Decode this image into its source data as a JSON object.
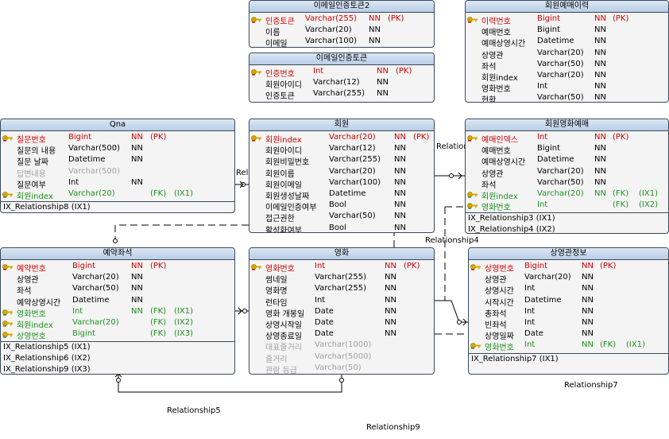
{
  "entities": [
    {
      "title": "이메일인증토큰2",
      "columns": [
        {
          "name": "인증토큰",
          "type": "Varchar(255)",
          "null": "NN",
          "key": "(PK)",
          "ix": "",
          "kind": "pk"
        },
        {
          "name": "이름",
          "type": "Varchar(20)",
          "null": "NN",
          "key": "",
          "ix": "",
          "kind": "normal"
        },
        {
          "name": "이메일",
          "type": "Varchar(100)",
          "null": "NN",
          "key": "",
          "ix": "",
          "kind": "normal"
        }
      ],
      "indexes": []
    },
    {
      "title": "이메일인증토큰",
      "columns": [
        {
          "name": "인증번호",
          "type": "Int",
          "null": "NN",
          "key": "(PK)",
          "ix": "",
          "kind": "pk"
        },
        {
          "name": "회원아이디",
          "type": "Varchar(12)",
          "null": "NN",
          "key": "",
          "ix": "",
          "kind": "normal"
        },
        {
          "name": "인증토큰",
          "type": "Varchar(255)",
          "null": "NN",
          "key": "",
          "ix": "",
          "kind": "normal"
        }
      ],
      "indexes": []
    },
    {
      "title": "회원예매이력",
      "columns": [
        {
          "name": "이력번호",
          "type": "Bigint",
          "null": "NN",
          "key": "(PK)",
          "ix": "",
          "kind": "pk"
        },
        {
          "name": "예매번호",
          "type": "Bigint",
          "null": "NN",
          "key": "",
          "ix": "",
          "kind": "normal"
        },
        {
          "name": "예매상영시간",
          "type": "Datetime",
          "null": "NN",
          "key": "",
          "ix": "",
          "kind": "normal"
        },
        {
          "name": "상영관",
          "type": "Varchar(20)",
          "null": "NN",
          "key": "",
          "ix": "",
          "kind": "normal"
        },
        {
          "name": "좌석",
          "type": "Varchar(50)",
          "null": "NN",
          "key": "",
          "ix": "",
          "kind": "normal"
        },
        {
          "name": "회원index",
          "type": "Varchar(20)",
          "null": "NN",
          "key": "",
          "ix": "",
          "kind": "normal"
        },
        {
          "name": "영화번호",
          "type": "Int",
          "null": "NN",
          "key": "",
          "ix": "",
          "kind": "normal"
        },
        {
          "name": "현황",
          "type": "Varchar(50)",
          "null": "NN",
          "key": "",
          "ix": "",
          "kind": "normal"
        }
      ],
      "indexes": []
    },
    {
      "title": "Qna",
      "columns": [
        {
          "name": "질문번호",
          "type": "Bigint",
          "null": "NN",
          "key": "(PK)",
          "ix": "",
          "kind": "pk"
        },
        {
          "name": "질문의 내용",
          "type": "Varchar(500)",
          "null": "NN",
          "key": "",
          "ix": "",
          "kind": "normal"
        },
        {
          "name": "질문 날짜",
          "type": "Datetime",
          "null": "NN",
          "key": "",
          "ix": "",
          "kind": "normal"
        },
        {
          "name": "답변내용",
          "type": "Varchar(500)",
          "null": "",
          "key": "",
          "ix": "",
          "kind": "dim"
        },
        {
          "name": "질문여부",
          "type": "Int",
          "null": "NN",
          "key": "",
          "ix": "",
          "kind": "normal"
        },
        {
          "name": "회원index",
          "type": "Varchar(20)",
          "null": "",
          "key": "(FK)",
          "ix": "(IX1)",
          "kind": "fk"
        }
      ],
      "indexes": [
        "IX_Relationship8 (IX1)"
      ]
    },
    {
      "title": "회원",
      "columns": [
        {
          "name": "회원index",
          "type": "Varchar(20)",
          "null": "NN",
          "key": "(PK)",
          "ix": "",
          "kind": "pk"
        },
        {
          "name": "회원아이디",
          "type": "Varchar(12)",
          "null": "NN",
          "key": "",
          "ix": "",
          "kind": "normal"
        },
        {
          "name": "회원비밀번호",
          "type": "Varchar(255)",
          "null": "NN",
          "key": "",
          "ix": "",
          "kind": "normal"
        },
        {
          "name": "회원이름",
          "type": "Varchar(20)",
          "null": "NN",
          "key": "",
          "ix": "",
          "kind": "normal"
        },
        {
          "name": "회원이메일",
          "type": "Varchar(100)",
          "null": "NN",
          "key": "",
          "ix": "",
          "kind": "normal"
        },
        {
          "name": "회원생성날짜",
          "type": "Datetime",
          "null": "NN",
          "key": "",
          "ix": "",
          "kind": "normal"
        },
        {
          "name": "이메일인증여부",
          "type": "Bool",
          "null": "NN",
          "key": "",
          "ix": "",
          "kind": "normal"
        },
        {
          "name": "접근권한",
          "type": "Varchar(50)",
          "null": "NN",
          "key": "",
          "ix": "",
          "kind": "normal"
        },
        {
          "name": "활성화여부",
          "type": "Bool",
          "null": "NN",
          "key": "",
          "ix": "",
          "kind": "normal"
        }
      ],
      "indexes": []
    },
    {
      "title": "회원영화예매",
      "columns": [
        {
          "name": "예매인덱스",
          "type": "Int",
          "null": "NN",
          "key": "(PK)",
          "ix": "",
          "kind": "pk"
        },
        {
          "name": "예매번호",
          "type": "Bigint",
          "null": "NN",
          "key": "",
          "ix": "",
          "kind": "normal"
        },
        {
          "name": "예매상영시간",
          "type": "Datetime",
          "null": "NN",
          "key": "",
          "ix": "",
          "kind": "normal"
        },
        {
          "name": "상영관",
          "type": "Varchar(20)",
          "null": "NN",
          "key": "",
          "ix": "",
          "kind": "normal"
        },
        {
          "name": "좌석",
          "type": "Varchar(50)",
          "null": "NN",
          "key": "",
          "ix": "",
          "kind": "normal"
        },
        {
          "name": "회원index",
          "type": "Varchar(20)",
          "null": "NN",
          "key": "(FK)",
          "ix": "(IX1)",
          "kind": "fk"
        },
        {
          "name": "영화번호",
          "type": "Int",
          "null": "",
          "key": "(FK)",
          "ix": "(IX2)",
          "kind": "fk"
        }
      ],
      "indexes": [
        "IX_Relationship3 (IX1)",
        "IX_Relationship4 (IX2)"
      ]
    },
    {
      "title": "예약좌석",
      "columns": [
        {
          "name": "예약번호",
          "type": "Bigint",
          "null": "NN",
          "key": "(PK)",
          "ix": "",
          "kind": "pk"
        },
        {
          "name": "상영관",
          "type": "Varchar(20)",
          "null": "NN",
          "key": "",
          "ix": "",
          "kind": "normal"
        },
        {
          "name": "좌석",
          "type": "Varchar(50)",
          "null": "NN",
          "key": "",
          "ix": "",
          "kind": "normal"
        },
        {
          "name": "예약상영시간",
          "type": "Datetime",
          "null": "NN",
          "key": "",
          "ix": "",
          "kind": "normal"
        },
        {
          "name": "영화번호",
          "type": "Int",
          "null": "NN",
          "key": "(FK)",
          "ix": "(IX1)",
          "kind": "fk"
        },
        {
          "name": "회원index",
          "type": "Varchar(20)",
          "null": "",
          "key": "(FK)",
          "ix": "(IX2)",
          "kind": "fk"
        },
        {
          "name": "상영번호",
          "type": "Bigint",
          "null": "",
          "key": "(FK)",
          "ix": "(IX3)",
          "kind": "fk"
        }
      ],
      "indexes": [
        "IX_Relationship5 (IX1)",
        "IX_Relationship6 (IX2)",
        "IX_Relationship9 (IX3)"
      ]
    },
    {
      "title": "영화",
      "columns": [
        {
          "name": "영화번호",
          "type": "Int",
          "null": "NN",
          "key": "(PK)",
          "ix": "",
          "kind": "pk"
        },
        {
          "name": "썸네일",
          "type": "Varchar(255)",
          "null": "NN",
          "key": "",
          "ix": "",
          "kind": "normal"
        },
        {
          "name": "영화명",
          "type": "Varchar(255)",
          "null": "NN",
          "key": "",
          "ix": "",
          "kind": "normal"
        },
        {
          "name": "런타임",
          "type": "Int",
          "null": "NN",
          "key": "",
          "ix": "",
          "kind": "normal"
        },
        {
          "name": "영화 개봉일",
          "type": "Date",
          "null": "NN",
          "key": "",
          "ix": "",
          "kind": "normal"
        },
        {
          "name": "상영시작일",
          "type": "Date",
          "null": "NN",
          "key": "",
          "ix": "",
          "kind": "normal"
        },
        {
          "name": "상영종료일",
          "type": "Date",
          "null": "NN",
          "key": "",
          "ix": "",
          "kind": "normal"
        },
        {
          "name": "대표줄거리",
          "type": "Varchar(1000)",
          "null": "",
          "key": "",
          "ix": "",
          "kind": "dim"
        },
        {
          "name": "줄거리",
          "type": "Varchar(5000)",
          "null": "",
          "key": "",
          "ix": "",
          "kind": "dim"
        },
        {
          "name": "관람 등급",
          "type": "Varchar(50)",
          "null": "",
          "key": "",
          "ix": "",
          "kind": "dim"
        }
      ],
      "indexes": []
    },
    {
      "title": "상영관정보",
      "columns": [
        {
          "name": "상영번호",
          "type": "Bigint",
          "null": "NN",
          "key": "(PK)",
          "ix": "",
          "kind": "pk"
        },
        {
          "name": "상영관",
          "type": "Varchar(20)",
          "null": "NN",
          "key": "",
          "ix": "",
          "kind": "normal"
        },
        {
          "name": "상영시간",
          "type": "Int",
          "null": "NN",
          "key": "",
          "ix": "",
          "kind": "normal"
        },
        {
          "name": "시작시간",
          "type": "Datetime",
          "null": "NN",
          "key": "",
          "ix": "",
          "kind": "normal"
        },
        {
          "name": "총좌석",
          "type": "Int",
          "null": "NN",
          "key": "",
          "ix": "",
          "kind": "normal"
        },
        {
          "name": "빈좌석",
          "type": "Int",
          "null": "NN",
          "key": "",
          "ix": "",
          "kind": "normal"
        },
        {
          "name": "상영일짜",
          "type": "Date",
          "null": "NN",
          "key": "",
          "ix": "",
          "kind": "normal"
        },
        {
          "name": "영화번호",
          "type": "Int",
          "null": "NN",
          "key": "(FK)",
          "ix": "(IX1)",
          "kind": "fk"
        }
      ],
      "indexes": [
        "IX_Relationship7 (IX1)"
      ]
    }
  ],
  "relationships": [
    "Rel",
    "Relation",
    "Relationship4",
    "Relationship5",
    "Relationship7",
    "Relationship9"
  ],
  "colors": {
    "pk": "#cc0000",
    "fk": "#1e8f1e",
    "dim": "#a0a0a0",
    "header": "#c4d6ec",
    "border": "#3a4a5a",
    "body": "#f4f4f4"
  }
}
